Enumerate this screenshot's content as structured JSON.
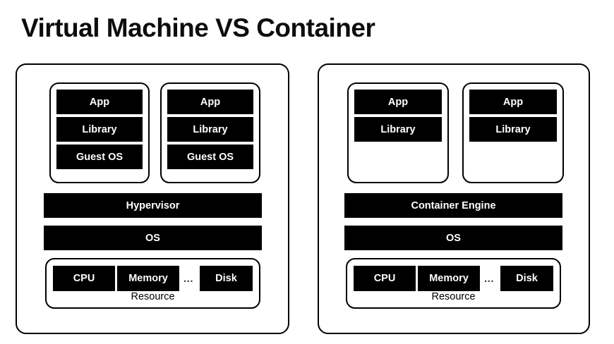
{
  "title": "Virtual Machine VS Container",
  "colors": {
    "bar_fill": "#000000",
    "bar_text": "#ffffff",
    "panel_border": "#000000",
    "background": "#ffffff",
    "ellipsis": "#3a3a3a"
  },
  "panels": [
    {
      "id": "vm",
      "name": "virtual-machine-panel",
      "units": [
        {
          "name": "virtual-machine-1",
          "layers": [
            "App",
            "Library",
            "Guest OS"
          ]
        },
        {
          "name": "virtual-machine-2",
          "layers": [
            "App",
            "Library",
            "Guest OS"
          ]
        }
      ],
      "engine_label": "Hypervisor",
      "os_label": "OS",
      "resource": {
        "caption": "Resource",
        "cpu": "CPU",
        "memory": "Memory",
        "ellipsis": "...",
        "disk": "Disk"
      }
    },
    {
      "id": "ctr",
      "name": "container-panel",
      "units": [
        {
          "name": "container-1",
          "layers": [
            "App",
            "Library"
          ]
        },
        {
          "name": "container-2",
          "layers": [
            "App",
            "Library"
          ]
        }
      ],
      "engine_label": "Container Engine",
      "os_label": "OS",
      "resource": {
        "caption": "Resource",
        "cpu": "CPU",
        "memory": "Memory",
        "ellipsis": "...",
        "disk": "Disk"
      }
    }
  ]
}
